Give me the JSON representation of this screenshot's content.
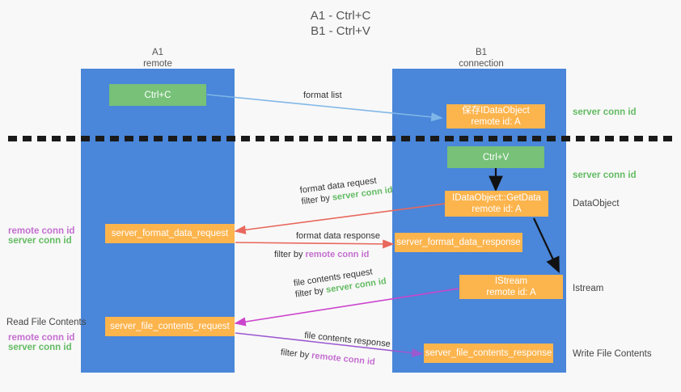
{
  "title": {
    "line1": "A1 - Ctrl+C",
    "line2": "B1 - Ctrl+V"
  },
  "columns": [
    {
      "name": "A1",
      "sub": "remote"
    },
    {
      "name": "B1",
      "sub": "connection"
    }
  ],
  "nodes": {
    "ctrl_c": {
      "label": "Ctrl+C"
    },
    "save_idataobject": {
      "line1": "保存IDataObject",
      "line2": "remote id: A"
    },
    "ctrl_v": {
      "label": "Ctrl+V"
    },
    "getdata": {
      "line1": "IDataObject::GetData",
      "line2": "remote id: A"
    },
    "istream": {
      "line1": "IStream",
      "line2": "remote id: A"
    },
    "format_data_request": {
      "label": "server_format_data_request"
    },
    "format_data_response": {
      "label": "server_format_data_response"
    },
    "file_contents_request": {
      "label": "server_file_contents_request"
    },
    "file_contents_response": {
      "label": "server_file_contents_response"
    }
  },
  "edge_labels": {
    "format_list": "format list",
    "format_data_request": "format data request",
    "format_data_request_filter_prefix": "filter by ",
    "format_data_request_filter_key": "server conn id",
    "format_data_response": "format data response",
    "format_data_response_filter_prefix": "filter by ",
    "format_data_response_filter_key": "remote conn id",
    "file_contents_request": "file contents request",
    "file_contents_request_filter_prefix": "filter by ",
    "file_contents_request_filter_key": "server conn id",
    "file_contents_response": "file contents response",
    "file_contents_response_filter_prefix": "filter by ",
    "file_contents_response_filter_key": "remote conn id"
  },
  "side_labels": {
    "right_server_conn_id_top": "server conn id",
    "right_server_conn_id_mid": "server conn id",
    "right_dataobject": "DataObject",
    "right_istream": "Istream",
    "right_write_file_contents": "Write File Contents",
    "left_remote_conn_id_1": "remote conn id",
    "left_server_conn_id_1": "server conn id",
    "left_read_file_contents": "Read File Contents",
    "left_remote_conn_id_2": "remote conn id",
    "left_server_conn_id_2": "server conn id"
  },
  "colors": {
    "lane": "#4a86d9",
    "green_node": "#77c178",
    "orange_node": "#fcb44d",
    "green_text": "#63bb63",
    "purple_text": "#c46ed0",
    "arrow_blue": "#7fb6e8",
    "arrow_red": "#e8685d",
    "arrow_magenta": "#cc44cc",
    "arrow_purple": "#9b59d0",
    "arrow_black": "#111111",
    "divider": "#1a1a1a",
    "background": "#f8f8f8"
  }
}
